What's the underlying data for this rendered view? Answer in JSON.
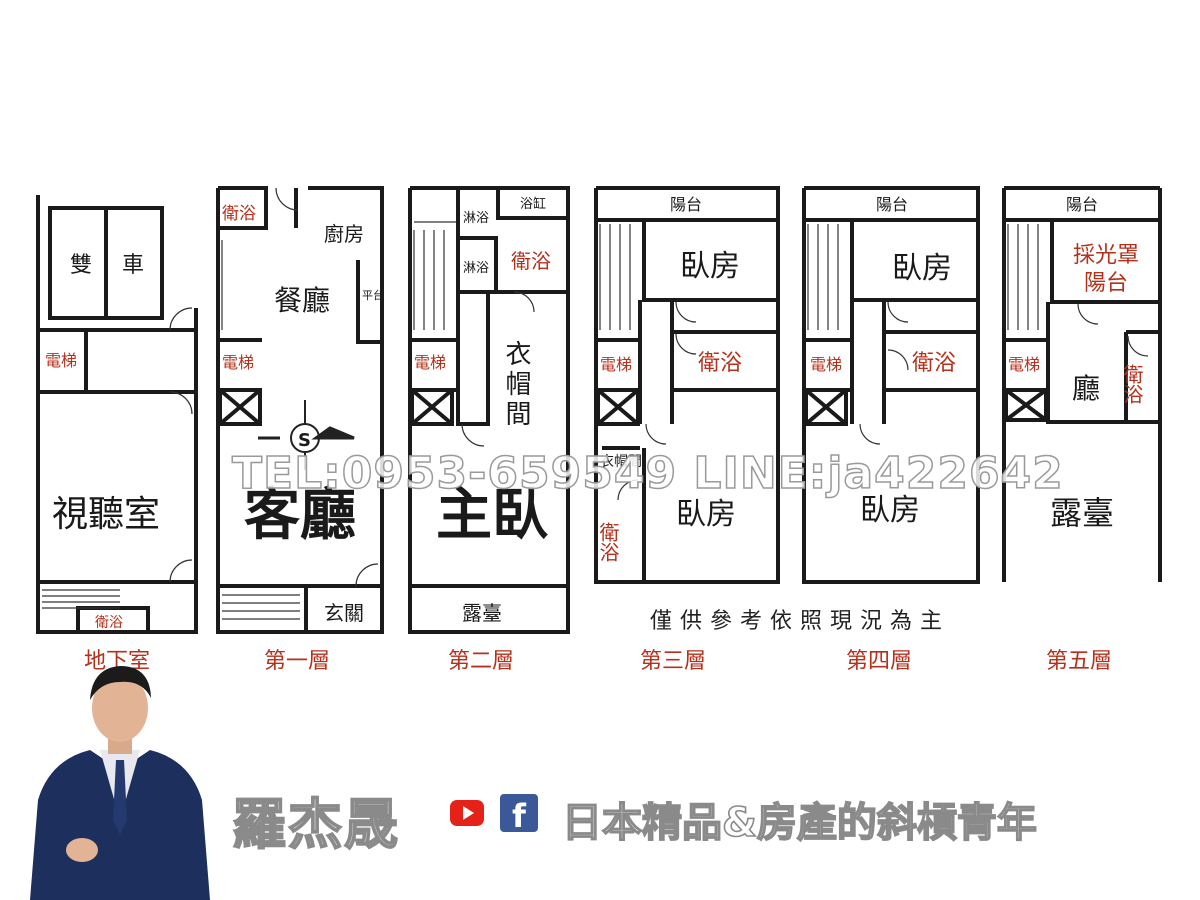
{
  "floors": {
    "b1": {
      "label": "地下室",
      "rooms": {
        "garage_a": "雙",
        "garage_b": "車",
        "elevator": "電梯",
        "av_room": "視聽室",
        "bath": "衛浴"
      }
    },
    "f1": {
      "label": "第一層",
      "rooms": {
        "bath": "衛浴",
        "kitchen": "廚房",
        "dining": "餐廳",
        "platform": "平台",
        "elevator": "電梯",
        "living": "客廳",
        "entry": "玄關"
      }
    },
    "f2": {
      "label": "第二層",
      "rooms": {
        "shower1": "淋浴",
        "bathtub": "浴缸",
        "bath": "衛浴",
        "shower2": "淋浴",
        "closet": "衣帽間",
        "elevator": "電梯",
        "master": "主臥",
        "terrace": "露臺"
      }
    },
    "f3": {
      "label": "第三層",
      "rooms": {
        "balcony": "陽台",
        "bedroom1": "臥房",
        "elevator": "電梯",
        "bath": "衛浴",
        "closet": "衣帽間",
        "bedroom2": "臥房",
        "bath2": "衛浴"
      }
    },
    "f4": {
      "label": "第四層",
      "rooms": {
        "balcony": "陽台",
        "bedroom1": "臥房",
        "elevator": "電梯",
        "bath": "衛浴",
        "bedroom2": "臥房"
      }
    },
    "f5": {
      "label": "第五層",
      "rooms": {
        "balcony": "陽台",
        "skylight_a": "採光罩",
        "skylight_b": "陽台",
        "elevator": "電梯",
        "hall": "廳",
        "bath": "衛浴",
        "terrace": "露臺"
      }
    }
  },
  "compass_mark": "S",
  "note": "僅供參考依照現況為主",
  "watermark": "TEL:0953-659549  LINE:ja422642",
  "agent": {
    "name": "羅杰晟",
    "slogan": "日本精品&房產的斜槓青年",
    "fb_letter": "f"
  },
  "colors": {
    "room_red": "#b5311c",
    "wall": "#1a1a1a",
    "youtube": "#e62117",
    "facebook": "#3b5998"
  }
}
